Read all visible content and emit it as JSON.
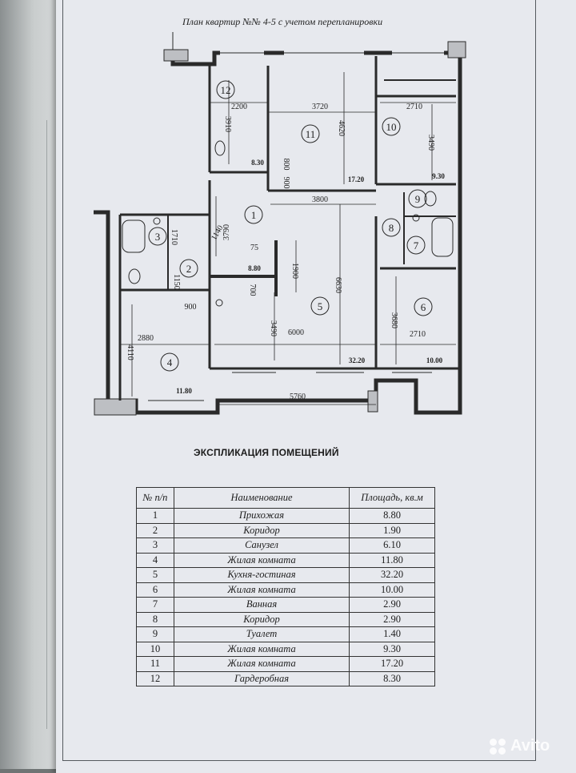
{
  "plan": {
    "title": "План квартир №№ 4-5 с учетом перепланировки",
    "rooms": [
      {
        "num": "1",
        "area": "8.80"
      },
      {
        "num": "2",
        "area": ""
      },
      {
        "num": "3",
        "area": ""
      },
      {
        "num": "4",
        "area": "11.80"
      },
      {
        "num": "5",
        "area": "32.20"
      },
      {
        "num": "6",
        "area": "10.00"
      },
      {
        "num": "7",
        "area": ""
      },
      {
        "num": "8",
        "area": ""
      },
      {
        "num": "9",
        "area": ""
      },
      {
        "num": "10",
        "area": "9.30"
      },
      {
        "num": "11",
        "area": "17.20"
      },
      {
        "num": "12",
        "area": "8.30"
      }
    ],
    "dimensions": [
      "2200",
      "3910",
      "3720",
      "4620",
      "2710",
      "3490",
      "800",
      "900",
      "3800",
      "3790",
      "1140",
      "1710",
      "75",
      "1900",
      "1150",
      "6630",
      "700",
      "900",
      "2880",
      "4110",
      "3490",
      "6000",
      "3680",
      "2710",
      "5760"
    ]
  },
  "explication": {
    "title": "ЭКСПЛИКАЦИЯ ПОМЕЩЕНИЙ",
    "headers": {
      "num": "№ п/п",
      "name": "Наименование",
      "area": "Площадь, кв.м"
    },
    "rows": [
      {
        "num": "1",
        "name": "Прихожая",
        "area": "8.80"
      },
      {
        "num": "2",
        "name": "Коридор",
        "area": "1.90"
      },
      {
        "num": "3",
        "name": "Санузел",
        "area": "6.10"
      },
      {
        "num": "4",
        "name": "Жилая комната",
        "area": "11.80"
      },
      {
        "num": "5",
        "name": "Кухня-гостиная",
        "area": "32.20"
      },
      {
        "num": "6",
        "name": "Жилая комната",
        "area": "10.00"
      },
      {
        "num": "7",
        "name": "Ванная",
        "area": "2.90"
      },
      {
        "num": "8",
        "name": "Коридор",
        "area": "2.90"
      },
      {
        "num": "9",
        "name": "Туалет",
        "area": "1.40"
      },
      {
        "num": "10",
        "name": "Жилая комната",
        "area": "9.30"
      },
      {
        "num": "11",
        "name": "Жилая комната",
        "area": "17.20"
      },
      {
        "num": "12",
        "name": "Гардеробная",
        "area": "8.30"
      }
    ]
  },
  "watermark": {
    "text": "Avito",
    "icon": "avito-logo-icon"
  }
}
